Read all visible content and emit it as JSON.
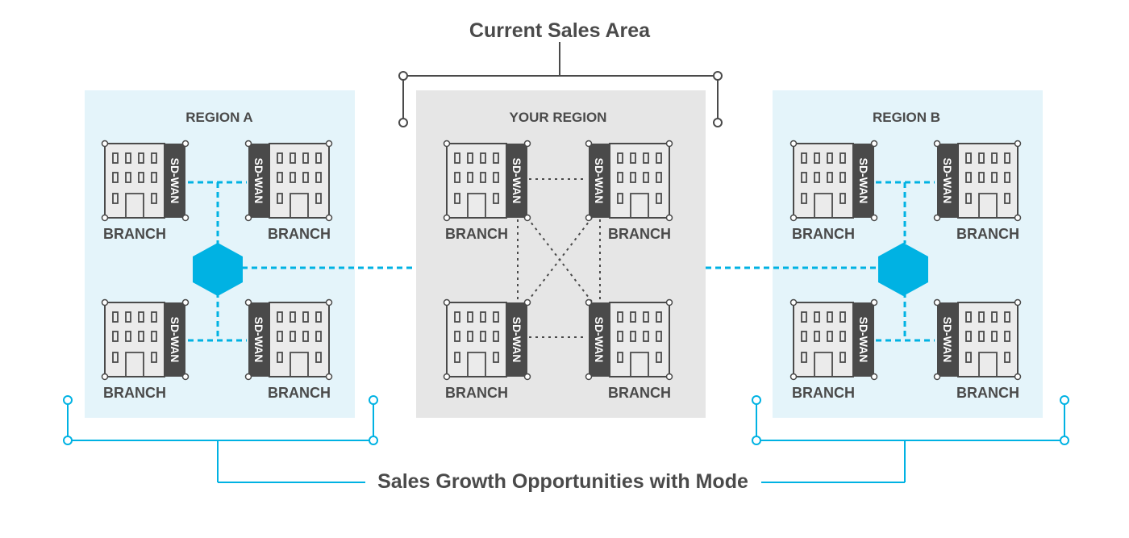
{
  "title_top": "Current Sales Area",
  "title_bottom": "Sales Growth Opportunities with Mode",
  "regions": [
    {
      "label": "REGION A",
      "kind": "external"
    },
    {
      "label": "YOUR REGION",
      "kind": "current"
    },
    {
      "label": "REGION B",
      "kind": "external"
    }
  ],
  "branch_label": "BRANCH",
  "sdwan_label": "SD-WAN",
  "colors": {
    "accent": "#00b2e3",
    "region_bg": "#e4f4fa",
    "current_bg": "#e6e6e6",
    "dark": "#4a4a4a",
    "connector": "#333333"
  }
}
